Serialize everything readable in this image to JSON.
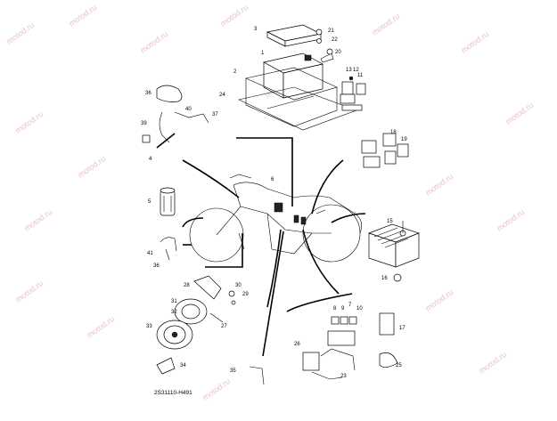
{
  "watermark": "motod.ru",
  "drawing_code": "2S31110-H491",
  "callouts": [
    "1",
    "2",
    "3",
    "4",
    "5",
    "6",
    "7",
    "8",
    "9",
    "10",
    "11",
    "12",
    "13",
    "15",
    "16",
    "17",
    "18",
    "19",
    "20",
    "21",
    "22",
    "23",
    "24",
    "25",
    "26",
    "27",
    "28",
    "29",
    "30",
    "31",
    "32",
    "33",
    "34",
    "35",
    "36",
    "37",
    "39",
    "40",
    "41"
  ]
}
